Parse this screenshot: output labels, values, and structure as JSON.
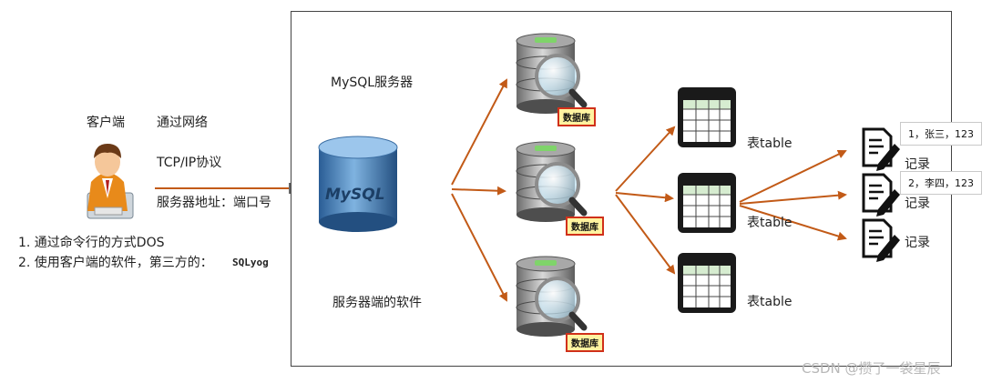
{
  "client": {
    "label": "客户端",
    "network_label": "通过网络",
    "protocol_label": "TCP/IP协议",
    "address_label": "服务器地址：端口号",
    "methods": [
      "1. 通过命令行的方式DOS",
      "2. 使用客户端的软件，第三方的："
    ],
    "tool_name": "SQLyog"
  },
  "server": {
    "title": "MySQL服务器",
    "software_label": "服务器端的软件",
    "logo_text": "MySQL",
    "database_tags": [
      "数据库",
      "数据库",
      "数据库"
    ]
  },
  "tables": {
    "labels": [
      "表table",
      "表table",
      "表table"
    ]
  },
  "records": {
    "labels": [
      "记录",
      "记录",
      "记录"
    ],
    "values": [
      "1，张三，123",
      "2，李四，123"
    ]
  },
  "watermark": "CSDN @攒了一袋星辰",
  "colors": {
    "arrow": "#c25a17",
    "db_tag_border": "#d0301a",
    "db_tag_bg": "#fff3a0",
    "mysql_blue": "#2f6fae"
  }
}
